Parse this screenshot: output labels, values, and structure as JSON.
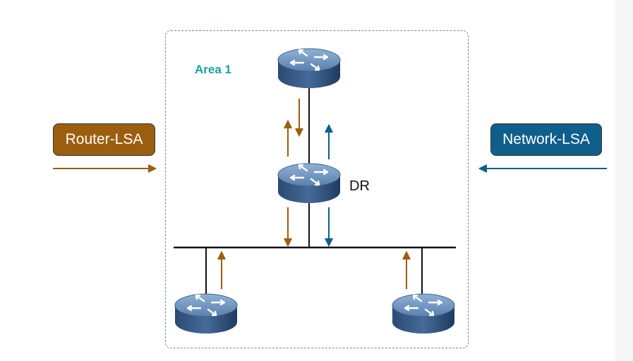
{
  "area": {
    "label": "Area 1"
  },
  "dr_label": "DR",
  "legend": {
    "router_lsa": "Router-LSA",
    "network_lsa": "Network-LSA"
  },
  "colors": {
    "router_lsa": "#9b5e0f",
    "network_lsa": "#0e5f8c",
    "area_label": "#17a39a",
    "area_border": "#5b8fb0",
    "link": "#111111"
  },
  "routers": [
    "router-icon",
    "router-icon",
    "router-icon",
    "router-icon"
  ]
}
